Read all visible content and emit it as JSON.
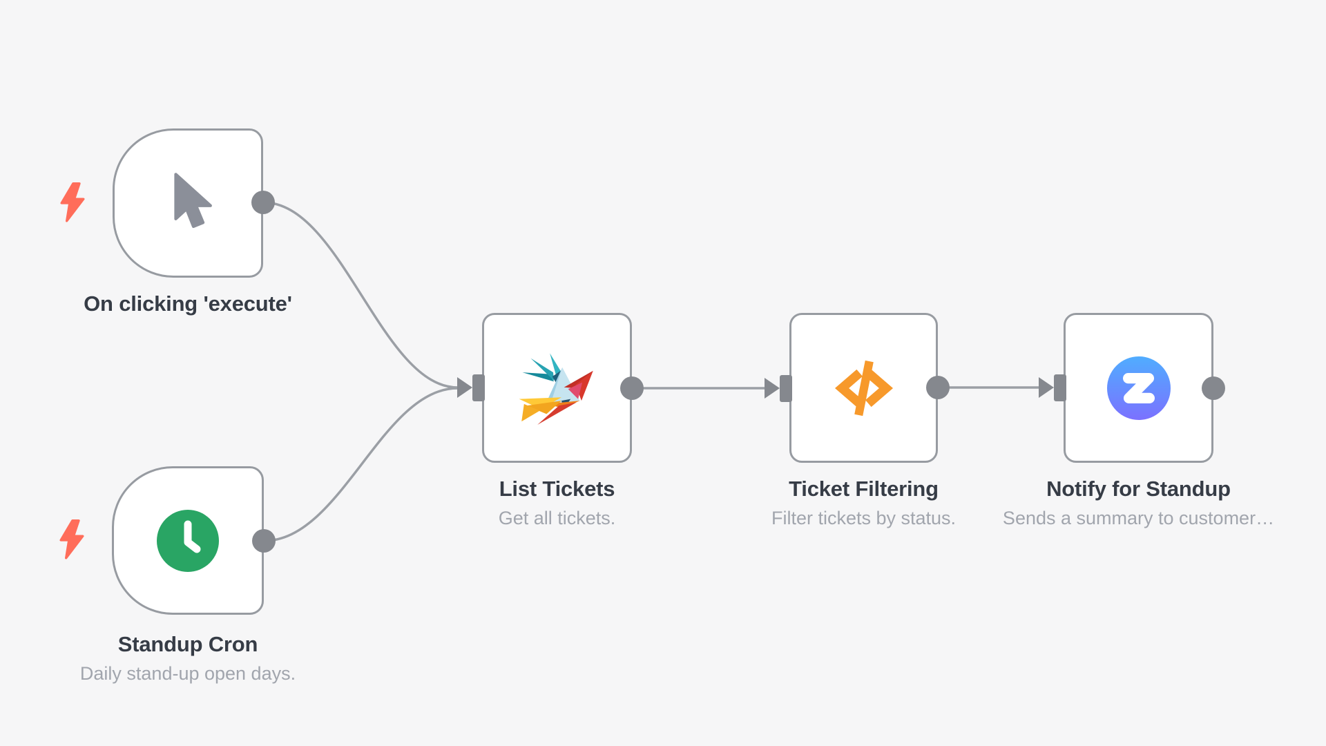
{
  "app": "workflow-canvas",
  "colors": {
    "canvas_background": "#f6f6f7",
    "node_background": "#ffffff",
    "node_border": "#979ba1",
    "connection_gray": "#9b9fa5",
    "port_gray": "#85888e",
    "trigger_bolt_coral": "#ff6d5a",
    "cursor_gray": "#8b8f99",
    "clock_green": "#29a564",
    "function_orange": "#f7992b",
    "zulip_gradient_top": "#50adff",
    "zulip_gradient_bottom": "#7b71ff",
    "title_text": "#363c46",
    "subtitle_text": "#a1a5ad"
  },
  "nodes": [
    {
      "id": "manual-trigger",
      "title": "On clicking 'execute'",
      "subtitle": "",
      "kind": "trigger",
      "icon": "cursor-icon"
    },
    {
      "id": "standup-cron",
      "title": "Standup Cron",
      "subtitle": "Daily stand-up open days.",
      "kind": "trigger",
      "icon": "clock-icon"
    },
    {
      "id": "list-tickets",
      "title": "List Tickets",
      "subtitle": "Get all tickets.",
      "kind": "action",
      "icon": "zammad-bird-icon"
    },
    {
      "id": "ticket-filtering",
      "title": "Ticket Filtering",
      "subtitle": "Filter tickets by status.",
      "kind": "action",
      "icon": "code-icon"
    },
    {
      "id": "notify-standup",
      "title": "Notify for Standup",
      "subtitle": "Sends a summary to customer…",
      "kind": "action",
      "icon": "zulip-icon"
    }
  ],
  "connections": [
    {
      "from": "manual-trigger",
      "to": "list-tickets"
    },
    {
      "from": "standup-cron",
      "to": "list-tickets"
    },
    {
      "from": "list-tickets",
      "to": "ticket-filtering"
    },
    {
      "from": "ticket-filtering",
      "to": "notify-standup"
    }
  ]
}
